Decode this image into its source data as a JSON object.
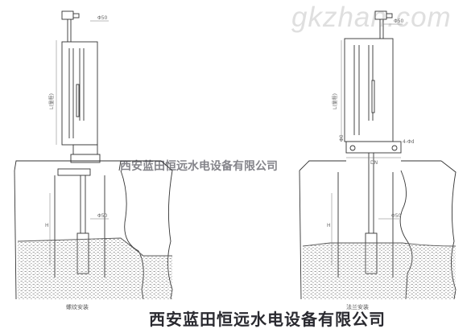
{
  "watermarks": {
    "site": "gkzhan.com",
    "company_mid": "西安蓝田恒远水电设备有限公司",
    "company_bottom": "西安蓝田恒远水电设备有限公司"
  },
  "left_diagram": {
    "caption": "螺纹安装",
    "dims": {
      "top_dia": "Φ50",
      "length": "L(量程)",
      "mid_dia": "Φ50",
      "depth": "H"
    }
  },
  "right_diagram": {
    "caption": "法兰安装",
    "dims": {
      "top_dia": "Φ50",
      "length": "L(量程)",
      "flange_a": "Φ0",
      "flange_b": "DN",
      "flange_c": "4-Φd",
      "mid_dia": "Φ50",
      "depth": "H"
    }
  },
  "colors": {
    "line": "#333333",
    "water_dot": "#7a7a7a"
  }
}
